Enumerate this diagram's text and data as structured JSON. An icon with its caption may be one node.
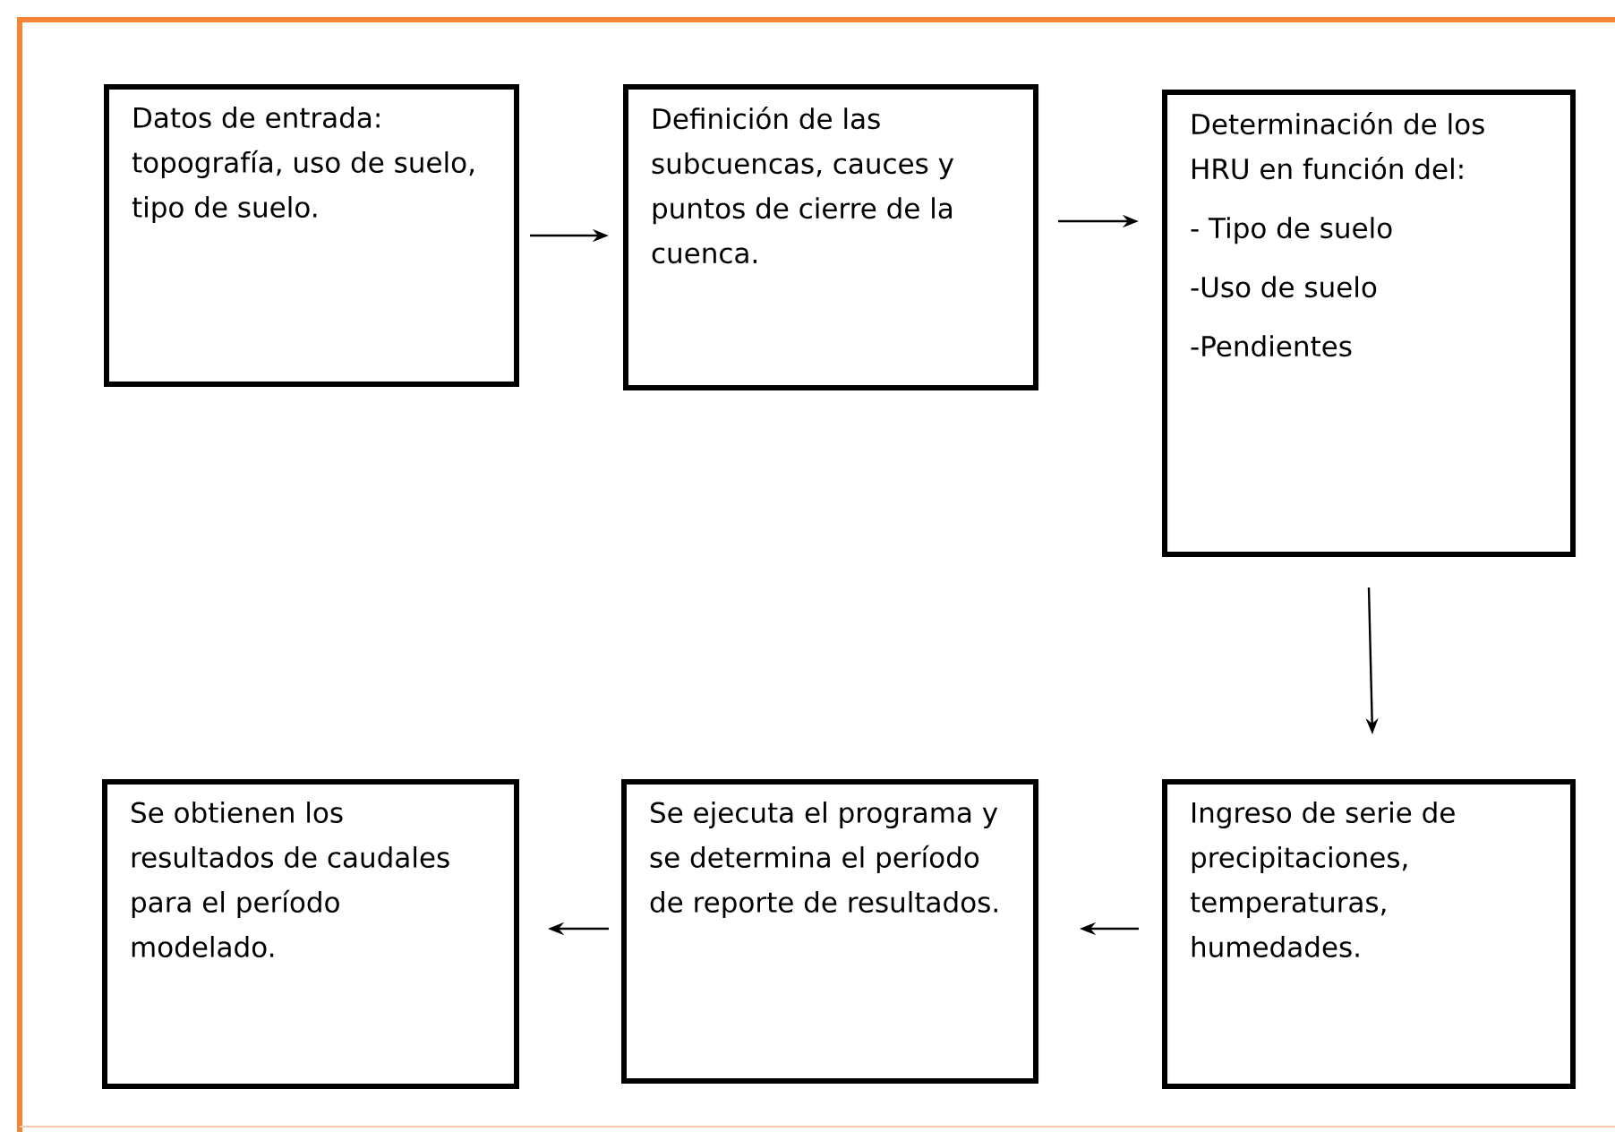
{
  "diagram": {
    "nodes": [
      {
        "text": [
          "Datos de entrada: topografía, uso de suelo, tipo de suelo."
        ]
      },
      {
        "text": [
          "Definición de las subcuencas, cauces y puntos de cierre de la cuenca."
        ]
      },
      {
        "text": [
          "Determinación de los HRU en función del:",
          "- Tipo de suelo",
          "-Uso de suelo",
          "-Pendientes"
        ]
      },
      {
        "text": [
          "Ingreso de serie de precipitaciones, temperaturas, humedades."
        ]
      },
      {
        "text": [
          "Se ejecuta el programa y se determina el período de reporte de resultados."
        ]
      },
      {
        "text": [
          "Se obtienen los resultados de caudales para el período modelado."
        ]
      }
    ],
    "edges": [
      {
        "from": 0,
        "to": 1,
        "arrow": "to"
      },
      {
        "from": 1,
        "to": 2,
        "arrow": "to"
      },
      {
        "from": 2,
        "to": 3,
        "arrow": "to"
      },
      {
        "from": 3,
        "to": 4,
        "arrow": "to"
      },
      {
        "from": 4,
        "to": 5,
        "arrow": "to"
      }
    ]
  }
}
